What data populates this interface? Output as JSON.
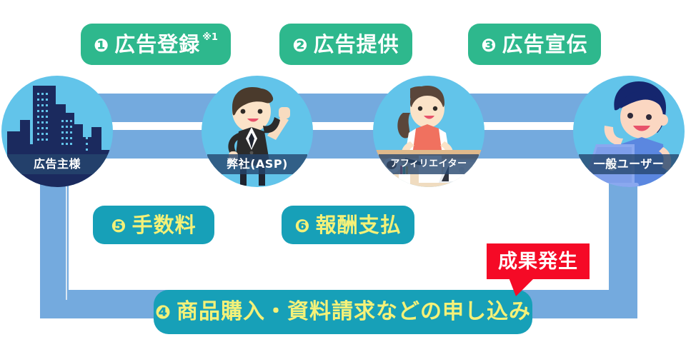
{
  "diagram": {
    "title_flow": "affiliate-marketing-flow",
    "colors": {
      "green_pill": "#2eb88d",
      "teal_pill": "#17a0b8",
      "pill_yellow_text": "#f4f178",
      "connector_blue": "#74aade",
      "circle_blue": "#62c4ea",
      "caption_navy": "#26466e",
      "callout_red": "#f50a26"
    }
  },
  "nodes": [
    {
      "id": "advertiser",
      "caption": "広告主様",
      "icon": "city-buildings-icon"
    },
    {
      "id": "asp",
      "caption": "弊社(ASP)",
      "icon": "businessman-icon"
    },
    {
      "id": "affiliate",
      "caption": "アフィリエイター",
      "icon": "woman-at-desk-icon"
    },
    {
      "id": "user",
      "caption": "一般ユーザー",
      "icon": "man-with-laptop-icon"
    }
  ],
  "steps": [
    {
      "num": "❶",
      "label": "広告登録",
      "note": "※1",
      "style": "green"
    },
    {
      "num": "❷",
      "label": "広告提供",
      "note": "",
      "style": "green"
    },
    {
      "num": "❸",
      "label": "広告宣伝",
      "note": "",
      "style": "green"
    },
    {
      "num": "❹",
      "label": "商品購入・資料請求などの申し込み",
      "note": "",
      "style": "teal"
    },
    {
      "num": "❺",
      "label": "手数料",
      "note": "",
      "style": "teal"
    },
    {
      "num": "❻",
      "label": "報酬支払",
      "note": "",
      "style": "teal"
    }
  ],
  "callout": {
    "label": "成果発生"
  }
}
